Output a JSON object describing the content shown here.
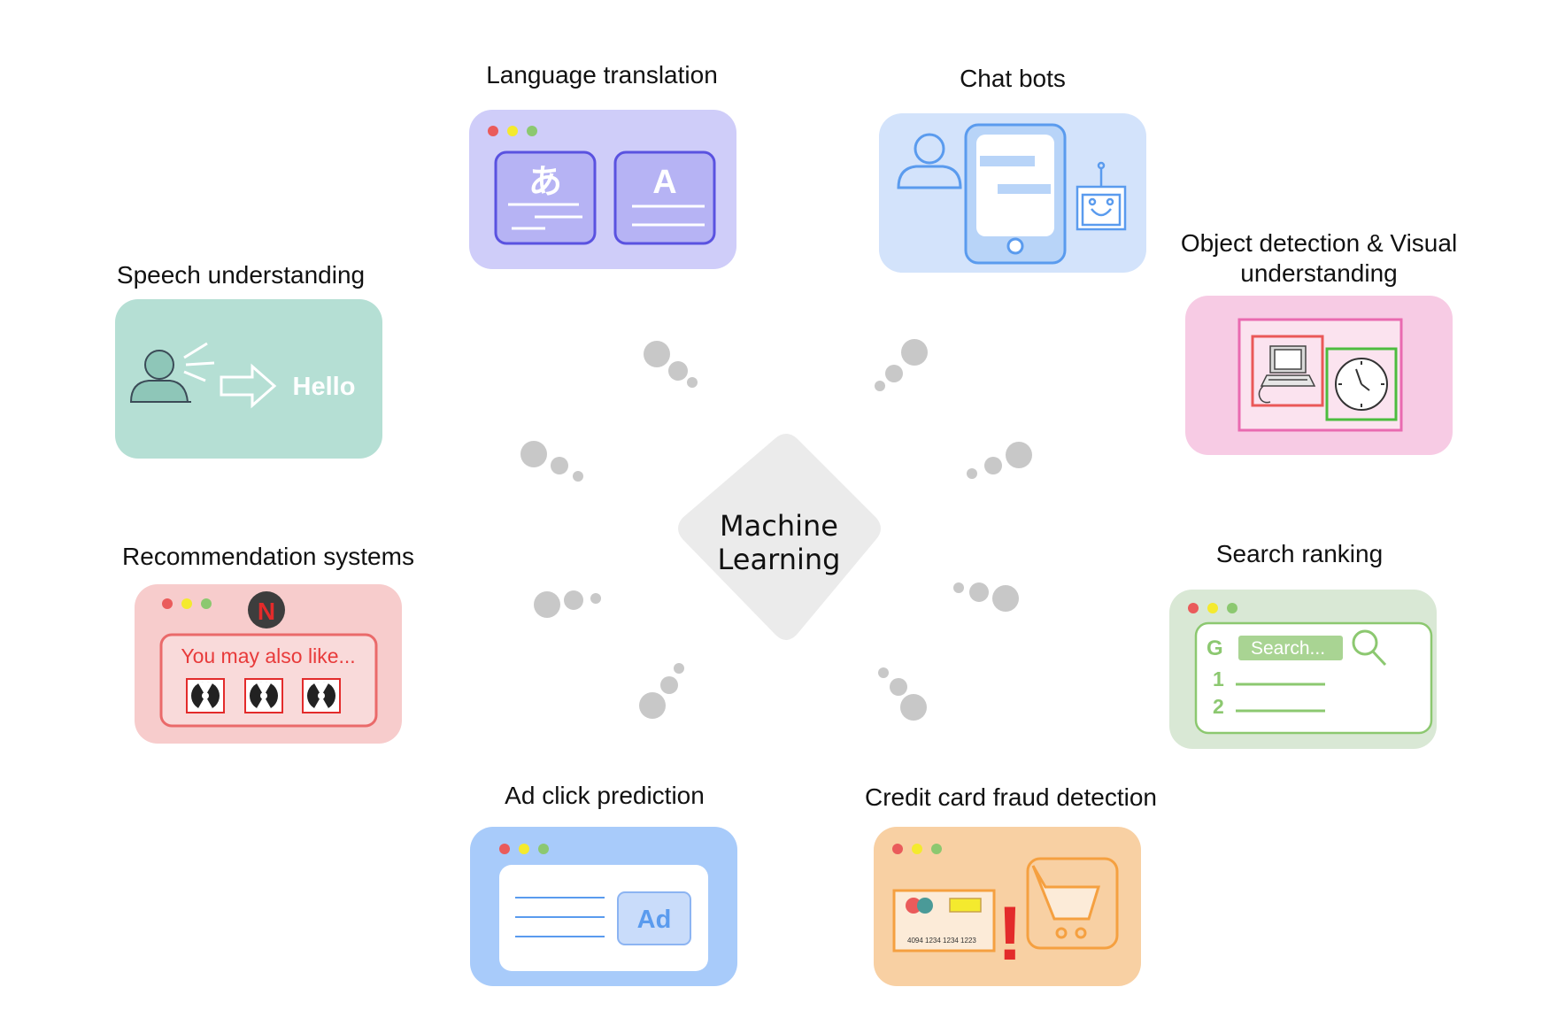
{
  "center": {
    "line1": "Machine",
    "line2": "Learning"
  },
  "cards": {
    "language_translation": {
      "title": "Language translation",
      "glyph_source": "あ",
      "glyph_target": "A"
    },
    "chat_bots": {
      "title": "Chat bots"
    },
    "object_detection": {
      "title_line1": "Object detection & Visual",
      "title_line2": "understanding"
    },
    "speech": {
      "title": "Speech understanding",
      "word": "Hello"
    },
    "search_ranking": {
      "title": "Search ranking",
      "logo": "G",
      "search_text": "Search...",
      "rank_1": "1",
      "rank_2": "2"
    },
    "recommendation": {
      "title": "Recommendation systems",
      "logo": "N",
      "message": "You may also like..."
    },
    "ad_click": {
      "title": "Ad click prediction",
      "ad_label": "Ad"
    },
    "fraud": {
      "title": "Credit card fraud detection",
      "card_number": "4094 1234 1234 1223",
      "alert": "!"
    }
  },
  "colors": {
    "language_translation": "#cfcdf9",
    "chat_bots": "#d3e3fb",
    "object_detection": "#f7cbe4",
    "speech": "#b5dfd4",
    "search_ranking": "#d9e8d5",
    "recommendation": "#f7cccc",
    "ad_click": "#a8cbfa",
    "fraud": "#f8d0a3",
    "center_diamond": "#ebebeb",
    "dots": "#c8c8c8"
  }
}
